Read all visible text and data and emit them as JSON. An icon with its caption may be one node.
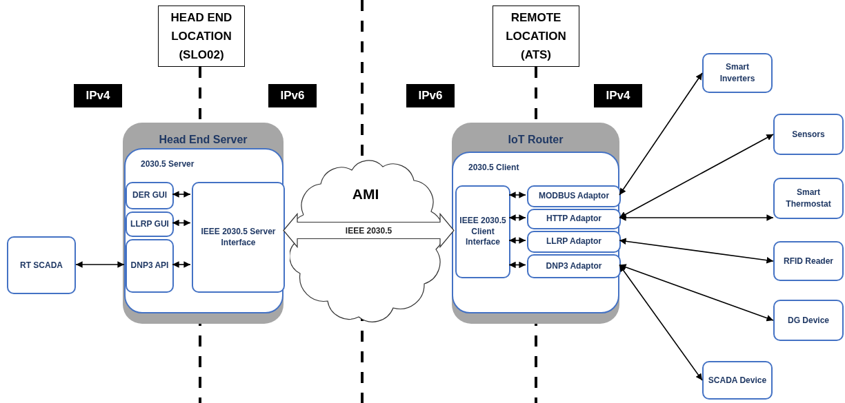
{
  "diagram": {
    "nodes": [
      {
        "text": [
          "HEAD END LOCATION (SLO02)"
        ]
      },
      {
        "text": [
          "REMOTE LOCATION (ATS)"
        ]
      },
      {
        "text": [
          "Head End Server"
        ]
      },
      {
        "text": [
          "2030.5 Server"
        ],
        "in": 2
      },
      {
        "text": [
          "DER GUI"
        ],
        "in": 3
      },
      {
        "text": [
          "LLRP GUI"
        ],
        "in": 3
      },
      {
        "text": [
          "DNP3 API"
        ],
        "in": 3
      },
      {
        "text": [
          "IEEE 2030.5 Server Interface"
        ],
        "in": 3
      },
      {
        "text": [
          "AMI"
        ]
      },
      {
        "text": [
          "IoT Router"
        ]
      },
      {
        "text": [
          "2030.5 Client"
        ],
        "in": 9
      },
      {
        "text": [
          "IEEE 2030.5 Client Interface"
        ],
        "in": 10
      },
      {
        "text": [
          "MODBUS Adaptor"
        ],
        "in": 10
      },
      {
        "text": [
          "HTTP Adaptor"
        ],
        "in": 10
      },
      {
        "text": [
          "LLRP Adaptor"
        ],
        "in": 10
      },
      {
        "text": [
          "DNP3 Adaptor"
        ],
        "in": 10
      },
      {
        "text": [
          "RT SCADA"
        ]
      },
      {
        "text": [
          "Smart Inverters"
        ]
      },
      {
        "text": [
          "Sensors"
        ]
      },
      {
        "text": [
          "Smart Thermostat"
        ]
      },
      {
        "text": [
          "RFID Reader"
        ]
      },
      {
        "text": [
          "DG Device"
        ]
      },
      {
        "text": [
          "SCADA Device"
        ]
      }
    ],
    "edges": [
      {
        "from": 16,
        "to": 6,
        "arrow": "both"
      },
      {
        "from": 4,
        "to": 7,
        "arrow": "both"
      },
      {
        "from": 5,
        "to": 7,
        "arrow": "both"
      },
      {
        "from": 6,
        "to": 7,
        "arrow": "both"
      },
      {
        "from": 7,
        "to": 11,
        "arrow": "both",
        "label": "IEEE 2030.5",
        "style": "thick"
      },
      {
        "from": 11,
        "to": 12,
        "arrow": "both"
      },
      {
        "from": 11,
        "to": 13,
        "arrow": "both"
      },
      {
        "from": 11,
        "to": 14,
        "arrow": "both"
      },
      {
        "from": 11,
        "to": 15,
        "arrow": "both"
      },
      {
        "from": 12,
        "to": 17,
        "arrow": "both"
      },
      {
        "from": 13,
        "to": 18,
        "arrow": "both"
      },
      {
        "from": 13,
        "to": 19,
        "arrow": "both"
      },
      {
        "from": 14,
        "to": 20,
        "arrow": "both"
      },
      {
        "from": 15,
        "to": 21,
        "arrow": "both"
      },
      {
        "from": 15,
        "to": 22,
        "arrow": "both"
      }
    ],
    "labels": [
      "IPv4",
      "IPv6",
      "IPv6",
      "IPv4"
    ]
  }
}
